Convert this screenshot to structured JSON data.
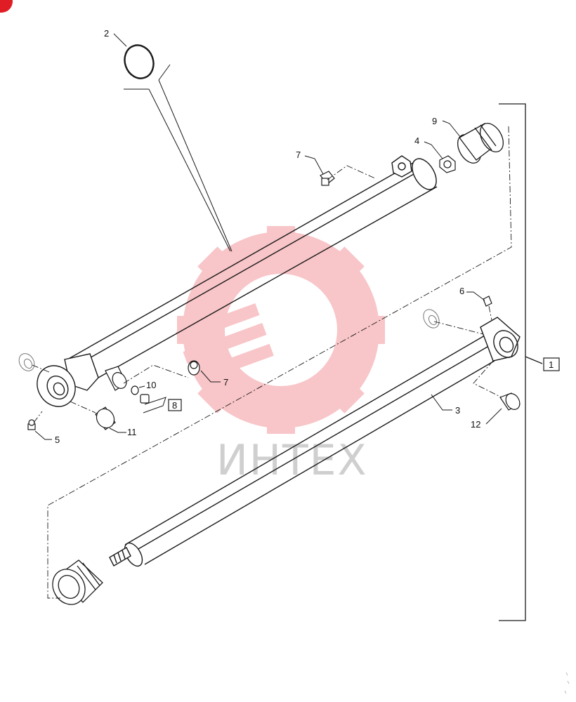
{
  "labels": {
    "oring": "2",
    "grease_fitting_top": "7",
    "nut": "4",
    "gland": "9",
    "grease_fitting_rod": "6",
    "assembly_box": "1",
    "bushing_rod": "12",
    "rod": "3",
    "grease_fitting_side": "7",
    "fitting_kit_box": "8",
    "snap_ring": "10",
    "bushing_barrel": "11",
    "fitting_bottom": "5"
  },
  "watermark": {
    "text": "ИНТЕХ",
    "color": "#e8323c"
  },
  "colors": {
    "line": "#1a1a1a",
    "badge": "#e01c24"
  }
}
